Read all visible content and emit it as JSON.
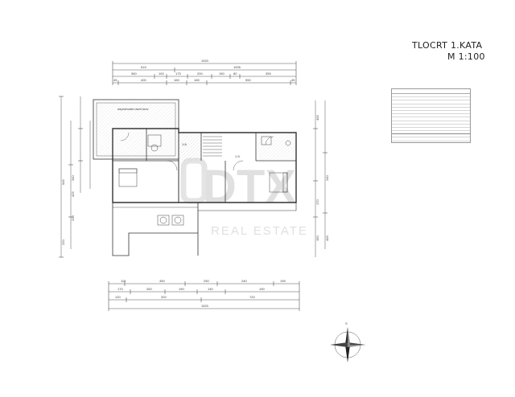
{
  "title": {
    "line1": "TLOCRT 1.KATA",
    "line2": "M 1:100"
  },
  "plan": {
    "roof_label": "neprohodni ravni krov",
    "room_labels": [
      "1.8.",
      "1.9."
    ],
    "dims_top_total": "1520",
    "dims_top_row2": [
      "515",
      "1005"
    ],
    "dims_top_row3": [
      "360",
      "100",
      "175",
      "200",
      "150",
      "80",
      "355"
    ],
    "dims_top_row4": [
      "45",
      "400",
      "165",
      "165",
      "550",
      "45"
    ],
    "dims_left": [
      "945",
      "425",
      "340",
      "220",
      "220"
    ],
    "dims_right": [
      "400",
      "240",
      "170",
      "400",
      "150"
    ],
    "dims_bottom_row1": [
      "115",
      "450",
      "250",
      "240",
      "195"
    ],
    "dims_bottom_row2": [
      "170",
      "260",
      "190",
      "140",
      "190"
    ],
    "dims_bottom_row3": [
      "120",
      "320",
      "720"
    ],
    "dims_bottom_total": "1520"
  },
  "watermark": {
    "brand": "DTX",
    "sub": "REAL ESTATE"
  },
  "compass": {
    "letter": "S"
  },
  "colors": {
    "line": "#333333",
    "hatch": "#777777",
    "dim": "#555555",
    "watermark": "#c8c8c8"
  }
}
